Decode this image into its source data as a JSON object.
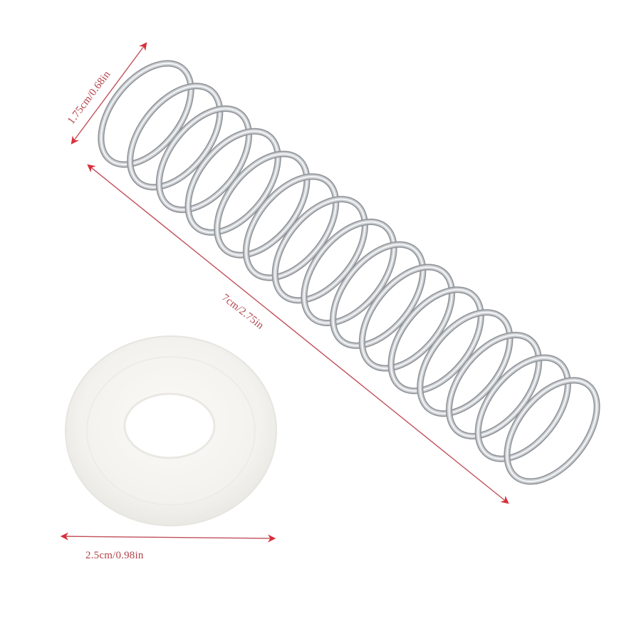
{
  "product": {
    "items": [
      "compression-spring",
      "washer"
    ],
    "colors": {
      "background": "#ffffff",
      "spring_metal": "#c9ccd0",
      "spring_highlight": "#f4f5f6",
      "spring_shadow": "#8e9296",
      "washer": "#f3f2ee",
      "washer_edge": "#e4e3de",
      "dimension": "#d8303a",
      "dimension_text": "#b2424a"
    }
  },
  "dimensions": {
    "spring_diameter": "1.75cm/0.68in",
    "spring_length": "7cm/2.75in",
    "washer_diameter": "2.5cm/0.98in"
  }
}
